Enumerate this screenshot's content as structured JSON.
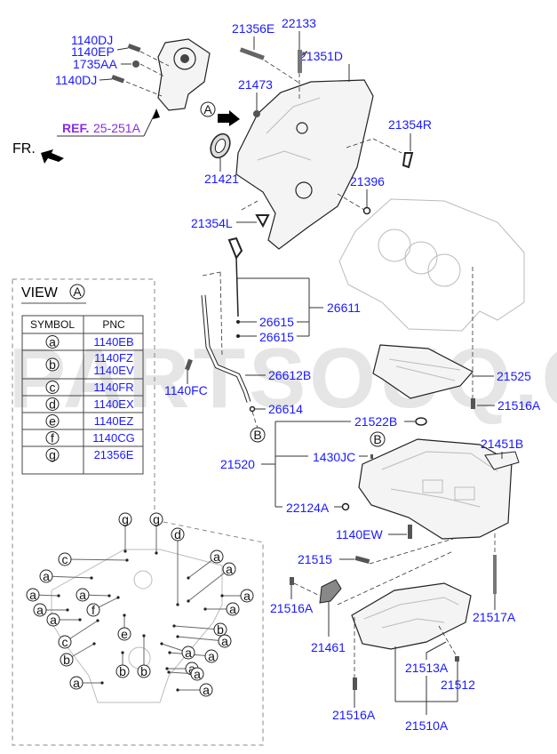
{
  "diagram": {
    "watermark": "PARTSOUQ.COM",
    "front_marker": "FR.",
    "reference": {
      "prefix": "REF.",
      "code": "25-251A"
    },
    "view_marker": "A",
    "view_title": "VIEW",
    "callouts": {
      "water_pump_bolt_top": "1140DJ",
      "water_pump_bolt_ep": "1140EP",
      "water_pump_nut": "1735AA",
      "water_pump_bolt_low": "1140DJ",
      "cover_bolt": "21356E",
      "stud": "22133",
      "timing_cover": "21351D",
      "nut_21473": "21473",
      "front_seal": "21421",
      "gasket_r": "21354R",
      "oring_21396": "21396",
      "gasket_l": "21354L",
      "dipstick_assy": "26611",
      "dipstick_oring_1": "26615",
      "dipstick_oring_2": "26615",
      "dipstick_tube": "26612B",
      "tube_bolt": "1140FC",
      "tube_oring": "26614",
      "baffle": "21525",
      "baffle_bolt": "21516A",
      "upper_pan_gasket": "21522B",
      "upper_pan_assy": "21520",
      "plug_1430jc": "1430JC",
      "plug_22124a": "22124A",
      "insulator": "21451B",
      "pan_bolt_1140ew": "1140EW",
      "pan_bolt_21515": "21515",
      "strainer_bolt": "21516A",
      "strainer": "21461",
      "long_bolt": "21517A",
      "drain_gasket": "21513A",
      "drain_plug": "21512",
      "lower_pan_bolt": "21516A",
      "lower_pan_assy": "21510A"
    },
    "marker_b_1": "B",
    "marker_b_2": "B"
  },
  "view_table": {
    "headers": {
      "symbol": "SYMBOL",
      "pnc": "PNC"
    },
    "rows": [
      {
        "symbol": "a",
        "pnc": [
          "1140EB"
        ]
      },
      {
        "symbol": "b",
        "pnc": [
          "1140FZ",
          "1140EV"
        ]
      },
      {
        "symbol": "c",
        "pnc": [
          "1140FR"
        ]
      },
      {
        "symbol": "d",
        "pnc": [
          "1140EX"
        ]
      },
      {
        "symbol": "e",
        "pnc": [
          "1140EZ"
        ]
      },
      {
        "symbol": "f",
        "pnc": [
          "1140CG"
        ]
      },
      {
        "symbol": "g",
        "pnc": [
          "21356E"
        ]
      }
    ]
  },
  "view_symbols": [
    "g",
    "g",
    "d",
    "c",
    "a",
    "a",
    "a",
    "a",
    "a",
    "f",
    "a",
    "a",
    "a",
    "a",
    "e",
    "b",
    "c",
    "b",
    "a",
    "a",
    "a",
    "b",
    "b",
    "a",
    "a",
    "a",
    "a"
  ]
}
